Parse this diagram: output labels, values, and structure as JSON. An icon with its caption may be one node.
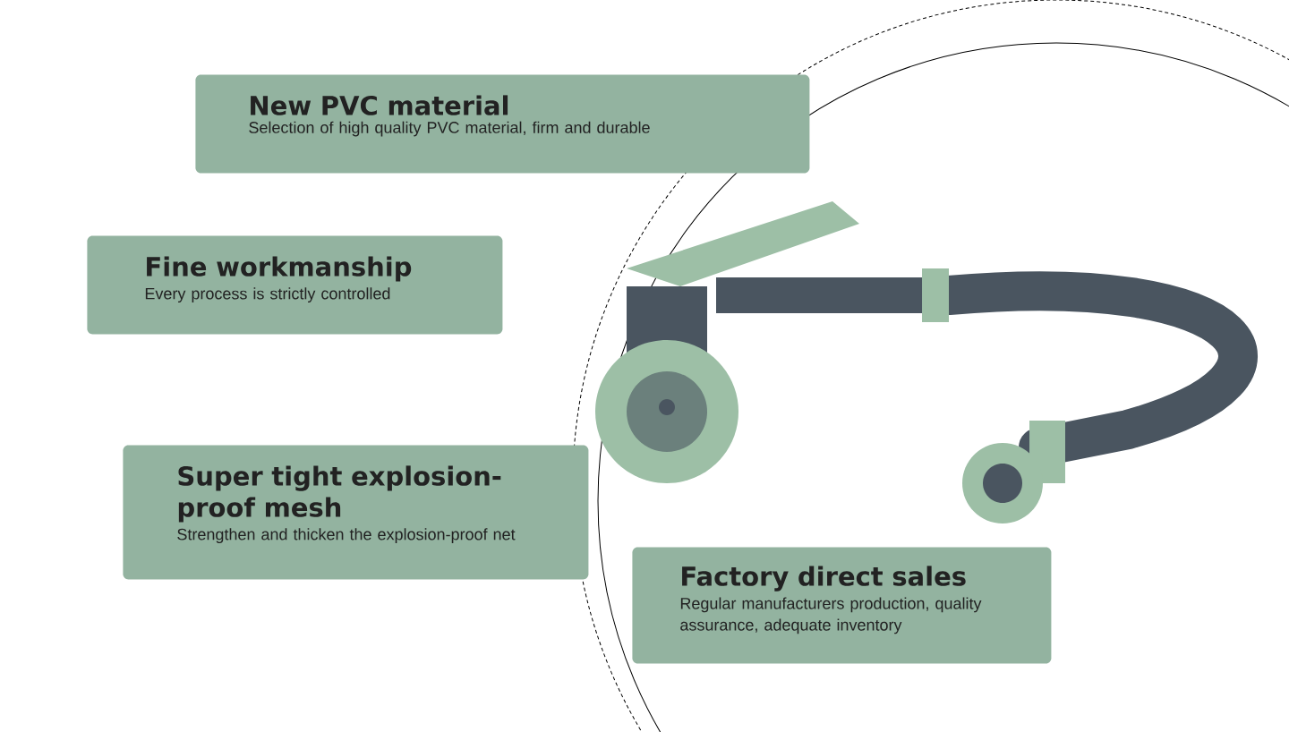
{
  "diagram": {
    "nodes": [
      {
        "text": [
          "New PVC material",
          "Selection of high quality PVC material, firm and durable"
        ]
      },
      {
        "text": [
          "Fine workmanship",
          "Every process is strictly controlled"
        ]
      },
      {
        "text": [
          "Super tight explosion-proof mesh",
          "Strengthen and thicken the explosion-proof net"
        ]
      },
      {
        "text": [
          "Factory direct sales",
          "Regular manufacturers production, quality assurance, adequate inventory"
        ]
      }
    ]
  }
}
